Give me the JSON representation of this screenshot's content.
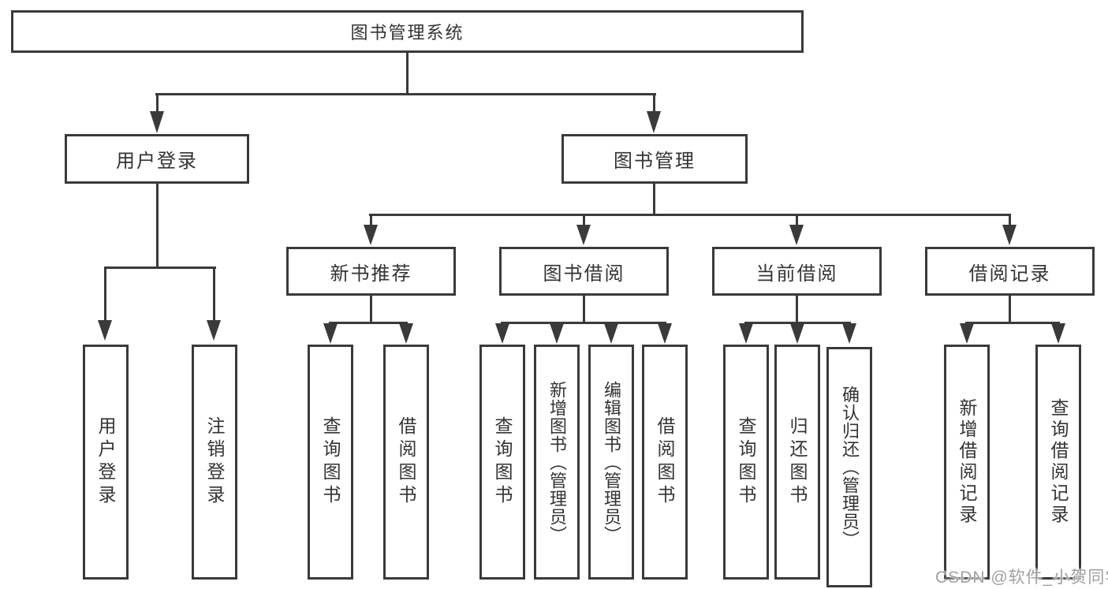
{
  "diagram_type": "hierarchy-tree",
  "nodes": {
    "root": {
      "label": "图书管理系统"
    },
    "user_login": {
      "label": "用户登录"
    },
    "book_mgmt": {
      "label": "图书管理"
    },
    "new_book_rec": {
      "label": "新书推荐"
    },
    "book_borrow": {
      "label": "图书借阅"
    },
    "current_borrow": {
      "label": "当前借阅"
    },
    "borrow_records": {
      "label": "借阅记录"
    },
    "leaf_user_login": {
      "label": "用户登录"
    },
    "leaf_logout": {
      "label": "注销登录"
    },
    "leaf_query_books_rec": {
      "label": "查询图书"
    },
    "leaf_borrow_books_rec": {
      "label": "借阅图书"
    },
    "leaf_query_books_borrow": {
      "label": "查询图书"
    },
    "leaf_add_books": {
      "label": "新增图书（管理员）"
    },
    "leaf_edit_books": {
      "label": "编辑图书（管理员）"
    },
    "leaf_borrow_books_borrow": {
      "label": "借阅图书"
    },
    "leaf_query_books_current": {
      "label": "查询图书"
    },
    "leaf_return_books": {
      "label": "归还图书"
    },
    "leaf_confirm_return": {
      "label": "确认归还（管理员）"
    },
    "leaf_add_borrow_record": {
      "label": "新增借阅记录"
    },
    "leaf_query_borrow_record": {
      "label": "查询借阅记录"
    }
  },
  "edges": [
    {
      "from": "root",
      "to": [
        "user_login",
        "book_mgmt"
      ]
    },
    {
      "from": "user_login",
      "to": [
        "leaf_user_login",
        "leaf_logout"
      ]
    },
    {
      "from": "book_mgmt",
      "to": [
        "new_book_rec",
        "book_borrow",
        "current_borrow",
        "borrow_records"
      ]
    },
    {
      "from": "new_book_rec",
      "to": [
        "leaf_query_books_rec",
        "leaf_borrow_books_rec"
      ]
    },
    {
      "from": "book_borrow",
      "to": [
        "leaf_query_books_borrow",
        "leaf_add_books",
        "leaf_edit_books",
        "leaf_borrow_books_borrow"
      ]
    },
    {
      "from": "current_borrow",
      "to": [
        "leaf_query_books_current",
        "leaf_return_books",
        "leaf_confirm_return"
      ]
    },
    {
      "from": "borrow_records",
      "to": [
        "leaf_add_borrow_record",
        "leaf_query_borrow_record"
      ]
    }
  ],
  "watermark": {
    "text": "CSDN @软件_小贺同学"
  },
  "colors": {
    "line": "#3a3a3a",
    "text": "#333333",
    "watermark": "#a0a0a0",
    "background": "#ffffff"
  }
}
